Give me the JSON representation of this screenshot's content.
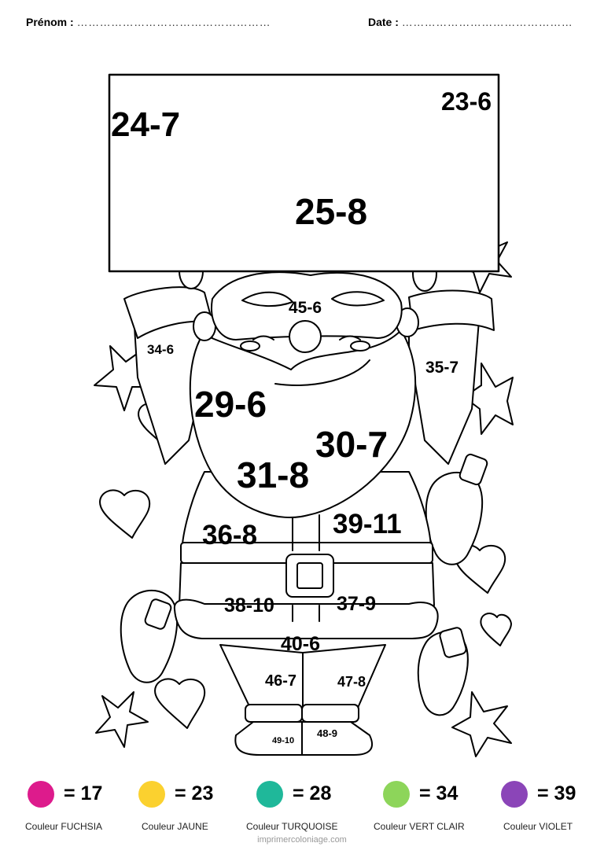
{
  "header": {
    "name_label": "Prénom :",
    "name_dots": "……………………………………………",
    "date_label": "Date :",
    "date_dots": "………………………………………"
  },
  "problems": {
    "sign_left": "24-7",
    "sign_right": "23-6",
    "sign_center": "25-8",
    "hat": "45-6",
    "left_arm": "34-6",
    "right_arm": "35-7",
    "beard_left": "29-6",
    "beard_right": "30-7",
    "beard_center": "31-8",
    "coat_left": "36-8",
    "coat_right": "39-11",
    "belt_left": "38-10",
    "belt_right": "37-9",
    "coat_hem": "40-6",
    "leg_left": "46-7",
    "leg_right": "47-8",
    "boot_left": "49-10",
    "boot_right": "48-9"
  },
  "legend": [
    {
      "value": "= 17",
      "name": "Couleur FUCHSIA",
      "color": "#dd1b8c"
    },
    {
      "value": "= 23",
      "name": "Couleur JAUNE",
      "color": "#fbd12f"
    },
    {
      "value": "= 28",
      "name": "Couleur TURQUOISE",
      "color": "#1fb89a"
    },
    {
      "value": "= 34",
      "name": "Couleur VERT CLAIR",
      "color": "#8dd55a"
    },
    {
      "value": "= 39",
      "name": "Couleur VIOLET",
      "color": "#8b45b8"
    }
  ],
  "footer": "imprimercoloniage.com"
}
